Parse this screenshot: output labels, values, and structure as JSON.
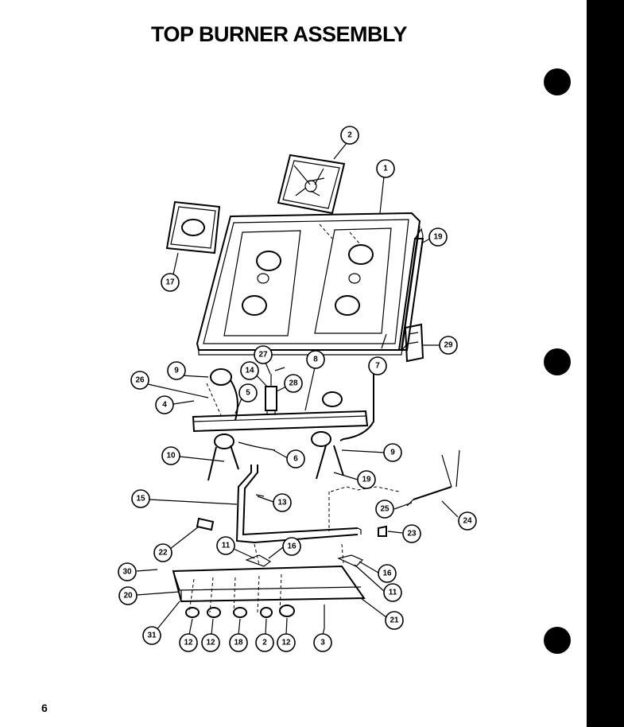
{
  "title": "TOP BURNER ASSEMBLY",
  "page_number": "6",
  "colors": {
    "ink": "#000000",
    "paper": "#ffffff"
  },
  "callouts": [
    {
      "id": "c-2a",
      "label": "2"
    },
    {
      "id": "c-1",
      "label": "1"
    },
    {
      "id": "c-19a",
      "label": "19"
    },
    {
      "id": "c-17",
      "label": "17"
    },
    {
      "id": "c-29",
      "label": "29"
    },
    {
      "id": "c-27",
      "label": "27"
    },
    {
      "id": "c-8",
      "label": "8"
    },
    {
      "id": "c-7",
      "label": "7"
    },
    {
      "id": "c-9a",
      "label": "9"
    },
    {
      "id": "c-14",
      "label": "14"
    },
    {
      "id": "c-26",
      "label": "26"
    },
    {
      "id": "c-28",
      "label": "28"
    },
    {
      "id": "c-5",
      "label": "5"
    },
    {
      "id": "c-4",
      "label": "4"
    },
    {
      "id": "c-9b",
      "label": "9"
    },
    {
      "id": "c-10",
      "label": "10"
    },
    {
      "id": "c-6",
      "label": "6"
    },
    {
      "id": "c-19b",
      "label": "19"
    },
    {
      "id": "c-15",
      "label": "15"
    },
    {
      "id": "c-13",
      "label": "13"
    },
    {
      "id": "c-25",
      "label": "25"
    },
    {
      "id": "c-24",
      "label": "24"
    },
    {
      "id": "c-23",
      "label": "23"
    },
    {
      "id": "c-22",
      "label": "22"
    },
    {
      "id": "c-11a",
      "label": "11"
    },
    {
      "id": "c-16a",
      "label": "16"
    },
    {
      "id": "c-30",
      "label": "30"
    },
    {
      "id": "c-16b",
      "label": "16"
    },
    {
      "id": "c-20",
      "label": "20"
    },
    {
      "id": "c-11b",
      "label": "11"
    },
    {
      "id": "c-21",
      "label": "21"
    },
    {
      "id": "c-31",
      "label": "31"
    },
    {
      "id": "c-12a",
      "label": "12"
    },
    {
      "id": "c-12b",
      "label": "12"
    },
    {
      "id": "c-18",
      "label": "18"
    },
    {
      "id": "c-2b",
      "label": "2"
    },
    {
      "id": "c-12c",
      "label": "12"
    },
    {
      "id": "c-3",
      "label": "3"
    }
  ]
}
